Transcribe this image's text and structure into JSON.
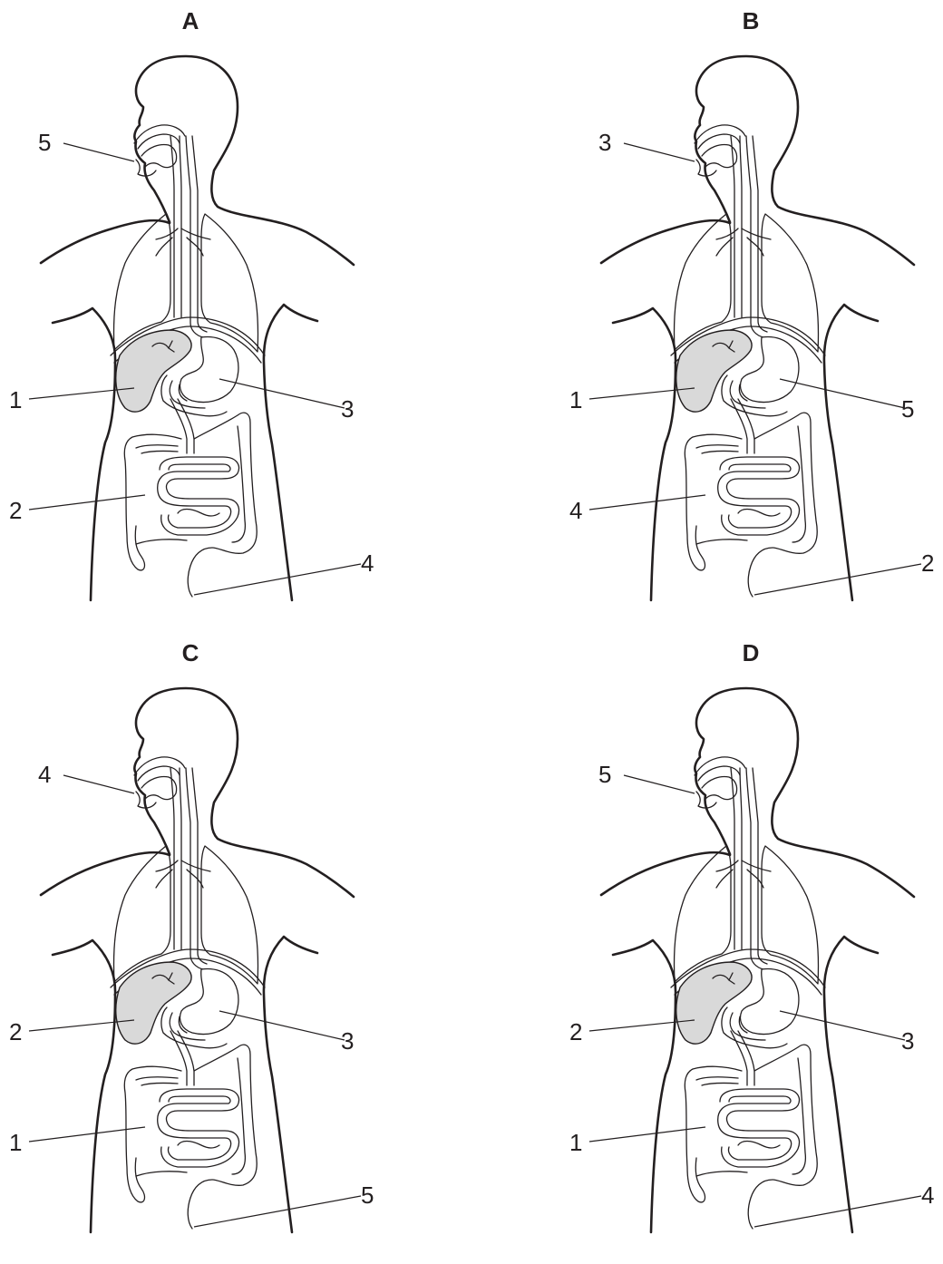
{
  "panels": [
    {
      "id": "A",
      "labels": {
        "mouth": "5",
        "liver": "1",
        "stomach": "3",
        "intestine": "2",
        "rectum": "4"
      }
    },
    {
      "id": "B",
      "labels": {
        "mouth": "3",
        "liver": "1",
        "stomach": "5",
        "intestine": "4",
        "rectum": "2"
      }
    },
    {
      "id": "C",
      "labels": {
        "mouth": "4",
        "liver": "2",
        "stomach": "3",
        "intestine": "1",
        "rectum": "5"
      }
    },
    {
      "id": "D",
      "labels": {
        "mouth": "5",
        "liver": "2",
        "stomach": "3",
        "intestine": "1",
        "rectum": "4"
      }
    }
  ]
}
